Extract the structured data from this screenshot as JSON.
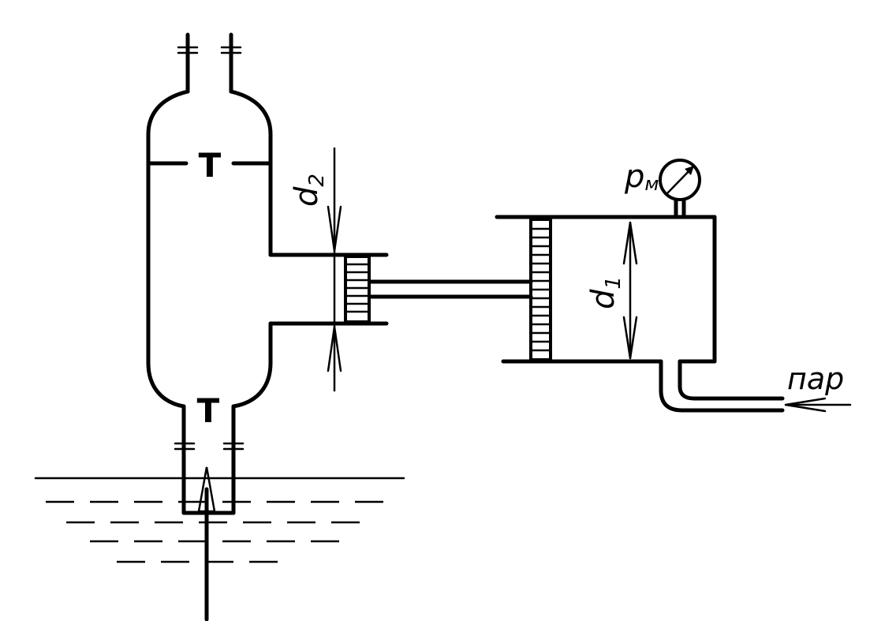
{
  "labels": {
    "d2": "d",
    "d2_sub": "2",
    "d1": "d",
    "d1_sub": "1",
    "pm": "p",
    "pm_sub": "м",
    "steam": "пар",
    "valve_top": "T",
    "valve_bottom": "T"
  }
}
